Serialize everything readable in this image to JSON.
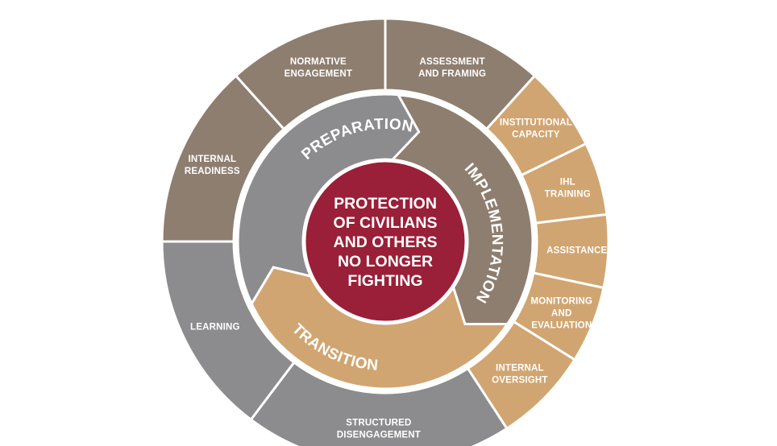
{
  "colors": {
    "preparation": "#8e7e70",
    "implementation": "#d1a571",
    "transition": "#8c8c8e",
    "center": "#9a1f38",
    "divider": "#ffffff"
  },
  "center": {
    "lines": [
      "PROTECTION",
      "OF CIVILIANS",
      "AND OTHERS",
      "NO LONGER",
      "FIGHTING"
    ]
  },
  "phases": {
    "preparation": "PREPARATION",
    "implementation": "IMPLEMENTATION",
    "transition": "TRANSITION"
  },
  "segments": [
    {
      "id": "internal-readiness",
      "phase": "preparation",
      "lines": [
        "INTERNAL",
        "READINESS"
      ]
    },
    {
      "id": "normative-engagement",
      "phase": "preparation",
      "lines": [
        "NORMATIVE",
        "ENGAGEMENT"
      ]
    },
    {
      "id": "assessment-and-framing",
      "phase": "preparation",
      "lines": [
        "ASSESSMENT",
        "AND FRAMING"
      ]
    },
    {
      "id": "institutional-capacity",
      "phase": "implementation",
      "lines": [
        "INSTITUTIONAL",
        "CAPACITY"
      ]
    },
    {
      "id": "ihl-training",
      "phase": "implementation",
      "lines": [
        "IHL",
        "TRAINING"
      ]
    },
    {
      "id": "assistance",
      "phase": "implementation",
      "lines": [
        "ASSISTANCE"
      ]
    },
    {
      "id": "monitoring-and-evaluation",
      "phase": "implementation",
      "lines": [
        "MONITORING",
        "AND",
        "EVALUATION"
      ]
    },
    {
      "id": "internal-oversight",
      "phase": "implementation",
      "lines": [
        "INTERNAL",
        "OVERSIGHT"
      ]
    },
    {
      "id": "structured-disengagement",
      "phase": "transition",
      "lines": [
        "STRUCTURED",
        "DISENGAGEMENT"
      ]
    },
    {
      "id": "learning",
      "phase": "transition",
      "lines": [
        "LEARNING"
      ]
    }
  ]
}
